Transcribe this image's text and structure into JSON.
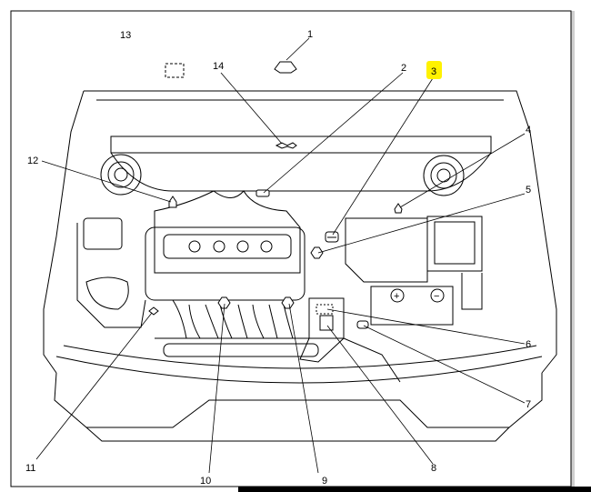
{
  "diagram": {
    "callouts": [
      {
        "id": "1",
        "label": "1"
      },
      {
        "id": "2",
        "label": "2"
      },
      {
        "id": "3",
        "label": "3",
        "highlighted": true
      },
      {
        "id": "4",
        "label": "4"
      },
      {
        "id": "5",
        "label": "5"
      },
      {
        "id": "6",
        "label": "6"
      },
      {
        "id": "7",
        "label": "7"
      },
      {
        "id": "8",
        "label": "8"
      },
      {
        "id": "9",
        "label": "9"
      },
      {
        "id": "10",
        "label": "10"
      },
      {
        "id": "11",
        "label": "11"
      },
      {
        "id": "12",
        "label": "12"
      },
      {
        "id": "13",
        "label": "13"
      },
      {
        "id": "14",
        "label": "14"
      }
    ],
    "battery": {
      "positive": "+",
      "negative": "−"
    },
    "colors": {
      "highlight": "#fff200",
      "line": "#000000",
      "background": "#ffffff"
    }
  }
}
